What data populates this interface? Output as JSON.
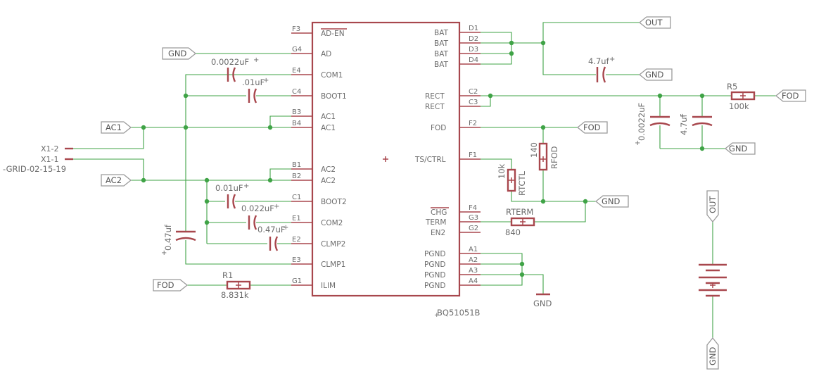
{
  "ic": {
    "name": "BQ51051B",
    "left_pins": [
      {
        "pad": "F3",
        "label": "AD-EN"
      },
      {
        "pad": "G4",
        "label": "AD"
      },
      {
        "pad": "E4",
        "label": "COM1"
      },
      {
        "pad": "C4",
        "label": "BOOT1"
      },
      {
        "pad": "B3",
        "label": "AC1"
      },
      {
        "pad": "B4",
        "label": "AC1"
      },
      {
        "pad": "B1",
        "label": "AC2"
      },
      {
        "pad": "B2",
        "label": "AC2"
      },
      {
        "pad": "C1",
        "label": "BOOT2"
      },
      {
        "pad": "E1",
        "label": "COM2"
      },
      {
        "pad": "E2",
        "label": "CLMP2"
      },
      {
        "pad": "E3",
        "label": "CLMP1"
      },
      {
        "pad": "G1",
        "label": "ILIM"
      }
    ],
    "right_pins": [
      {
        "pad": "D1",
        "label": "BAT"
      },
      {
        "pad": "D2",
        "label": "BAT"
      },
      {
        "pad": "D3",
        "label": "BAT"
      },
      {
        "pad": "D4",
        "label": "BAT"
      },
      {
        "pad": "C2",
        "label": "RECT"
      },
      {
        "pad": "C3",
        "label": "RECT"
      },
      {
        "pad": "F2",
        "label": "FOD"
      },
      {
        "pad": "F1",
        "label": "TS/CTRL"
      },
      {
        "pad": "F4",
        "label": "CHG"
      },
      {
        "pad": "G3",
        "label": "TERM"
      },
      {
        "pad": "G2",
        "label": "EN2"
      },
      {
        "pad": "A1",
        "label": "PGND"
      },
      {
        "pad": "A2",
        "label": "PGND"
      },
      {
        "pad": "A3",
        "label": "PGND"
      },
      {
        "pad": "A4",
        "label": "PGND"
      }
    ]
  },
  "ports": {
    "gnd": "GND",
    "out": "OUT",
    "fod": "FOD",
    "ac1": "AC1",
    "ac2": "AC2"
  },
  "components": {
    "c_com1": "0.0022uF",
    "c_boot1": ".01uF",
    "c_boot2": "0.01uF",
    "c_com2": "0.022uF",
    "c_clmp2": "0.47uF",
    "c_clmp1": "0.47uf",
    "c_bat": "4.7uf",
    "c_rect1": "0.0022uF",
    "c_rect2": "4.7uf",
    "r5_name": "R5",
    "r5_value": "100k",
    "r1_name": "R1",
    "r1_value": "8.831k",
    "rfod_name": "RFOD",
    "rfod_value": "140",
    "rtctl_name": "RTCTL",
    "rtctl_value": "10k",
    "rterm_name": "RTERM",
    "rterm_value": "840"
  },
  "connector": {
    "pin1": "X1-1",
    "pin2": "X1-2",
    "name": "-GRID-02-15-19"
  },
  "colors": {
    "wire": "#3fa346",
    "part": "#a8474d",
    "text": "#6b6b6b",
    "port_border": "#9a9a9a"
  }
}
